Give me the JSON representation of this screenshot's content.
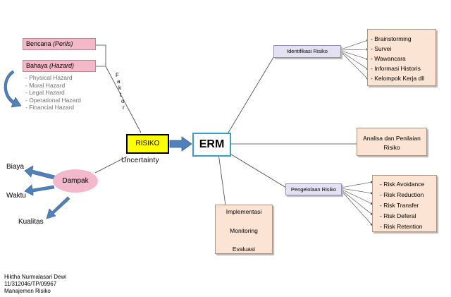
{
  "diagram": {
    "factors": {
      "bencana": "Bencana",
      "bencana_em": "(Perils)",
      "bahaya": "Bahaya",
      "bahaya_em": "(Hazard)",
      "hazards": [
        "- Physical Hazard",
        "- Moral Hazard",
        "- Legal Hazard",
        "- Operational Hazard",
        "- Financial Hazard"
      ],
      "faktor_letters": [
        "F",
        "a",
        "k",
        "t",
        "o",
        "r"
      ]
    },
    "risiko": {
      "label": "RISIKO",
      "sub": "Uncertainty"
    },
    "erm": {
      "label": "ERM"
    },
    "dampak": {
      "label": "Dampak",
      "outcomes": [
        "Biaya",
        "Waktu",
        "Kualitas"
      ]
    },
    "identifikasi": {
      "label": "Identifikasi Risiko",
      "items": [
        "- Brainstorming",
        "- Survei",
        "- Wawancara",
        "- Informasi Historis",
        "- Kelompok Kerja dll"
      ]
    },
    "analisa": {
      "label": "Analisa dan Penilaian Risiko"
    },
    "pengelolaan": {
      "label": "Pengelolaan Risiko",
      "items": [
        "- Risk Avoidance",
        "- Risk Reduction",
        "- Risk Transfer",
        "- Risk Deferal",
        "- Risk Retention"
      ]
    },
    "implementasi": {
      "items": [
        "Implementasi",
        "Monitoring",
        "Evaluasi"
      ]
    },
    "author": [
      "Hiktha Nurmalasari Dewi",
      "11/312046/TP/09967",
      "Manajemen Risiko"
    ],
    "colors": {
      "arrow": "#4f81bd",
      "line": "#404040",
      "pink": "#f4b9c8",
      "risiko": "#ffff00",
      "erm_border": "#36a0c9",
      "lavender": "#e4e2f2",
      "peach": "#fbe4d3"
    }
  }
}
